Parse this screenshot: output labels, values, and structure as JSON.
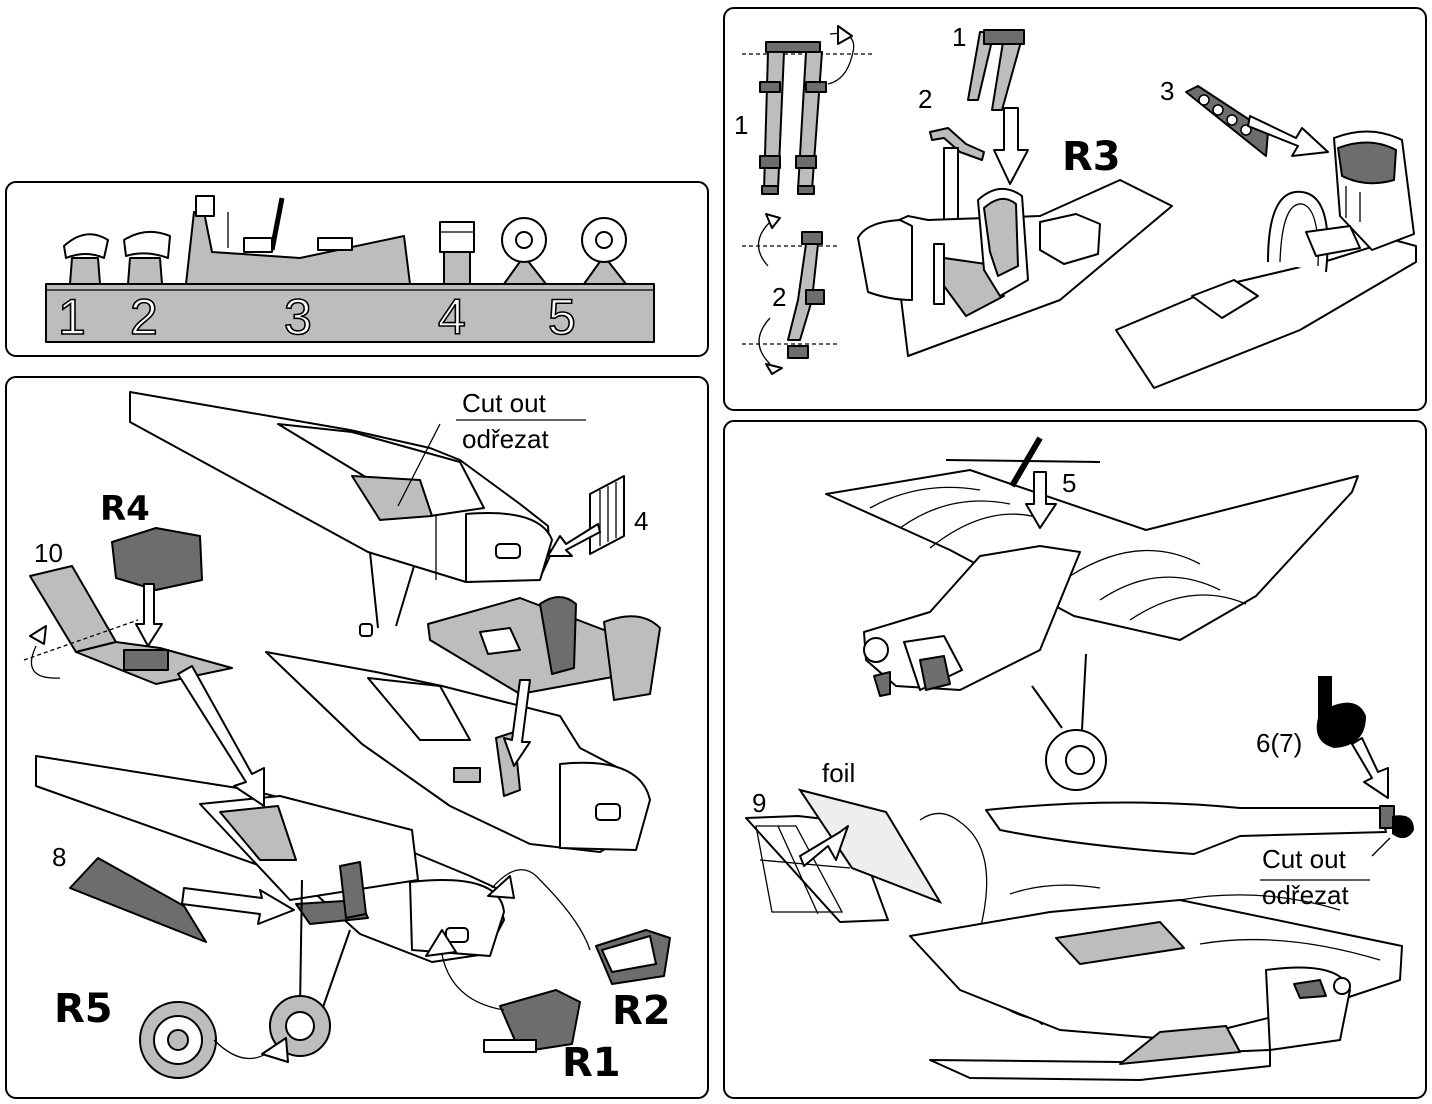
{
  "panels": {
    "resin_frame": {
      "part_numbers": [
        "1",
        "2",
        "3",
        "4",
        "5"
      ]
    },
    "cockpit": {
      "labels": {
        "belt_upper": "1",
        "belt_lower": "2",
        "bracket": "2",
        "belt_seat": "1",
        "panel_part": "3",
        "resin_code": "R3"
      }
    },
    "fuselage": {
      "labels": {
        "cut_out_en": "Cut out",
        "cut_out_cz": "odřezat",
        "part_4": "4",
        "part_10": "10",
        "part_8": "8",
        "r1": "R1",
        "r2": "R2",
        "r4": "R4",
        "r5": "R5"
      }
    },
    "final": {
      "labels": {
        "part_5": "5",
        "part_67": "6(7)",
        "part_9": "9",
        "foil": "foil",
        "cut_out_en": "Cut out",
        "cut_out_cz": "odřezat"
      }
    }
  }
}
